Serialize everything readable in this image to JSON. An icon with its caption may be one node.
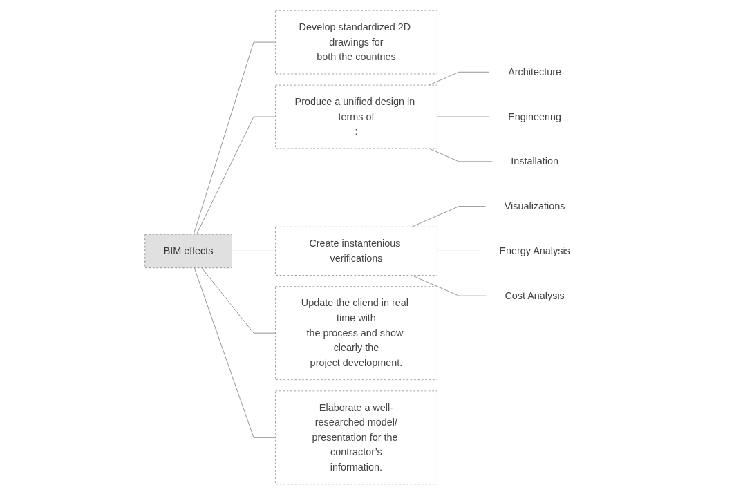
{
  "diagram": {
    "nodes": [
      {
        "text": [
          "BIM effects"
        ]
      },
      {
        "text": [
          "Develop standardized 2D drawings for both the countries"
        ]
      },
      {
        "text": [
          "Produce a unified design in terms of :"
        ]
      },
      {
        "text": [
          "Architecture"
        ]
      },
      {
        "text": [
          "Engineering"
        ]
      },
      {
        "text": [
          "Installation"
        ]
      },
      {
        "text": [
          "Create instantenious verifications"
        ]
      },
      {
        "text": [
          "Visualizations"
        ]
      },
      {
        "text": [
          "Energy Analysis"
        ]
      },
      {
        "text": [
          "Cost Analysis"
        ]
      },
      {
        "text": [
          "Update the cliend in real time with the process and show clearly the project development."
        ]
      },
      {
        "text": [
          "Elaborate a well-researched model/ presentation for the contractor’s information."
        ]
      }
    ],
    "edges": [
      {
        "from": 0,
        "to": 1,
        "arrow": "none"
      },
      {
        "from": 0,
        "to": 2,
        "arrow": "none"
      },
      {
        "from": 2,
        "to": 3,
        "arrow": "none"
      },
      {
        "from": 2,
        "to": 4,
        "arrow": "none"
      },
      {
        "from": 2,
        "to": 5,
        "arrow": "none"
      },
      {
        "from": 0,
        "to": 6,
        "arrow": "none"
      },
      {
        "from": 6,
        "to": 7,
        "arrow": "none"
      },
      {
        "from": 6,
        "to": 8,
        "arrow": "none"
      },
      {
        "from": 6,
        "to": 9,
        "arrow": "none"
      },
      {
        "from": 0,
        "to": 10,
        "arrow": "none"
      },
      {
        "from": 0,
        "to": 11,
        "arrow": "none"
      }
    ]
  }
}
